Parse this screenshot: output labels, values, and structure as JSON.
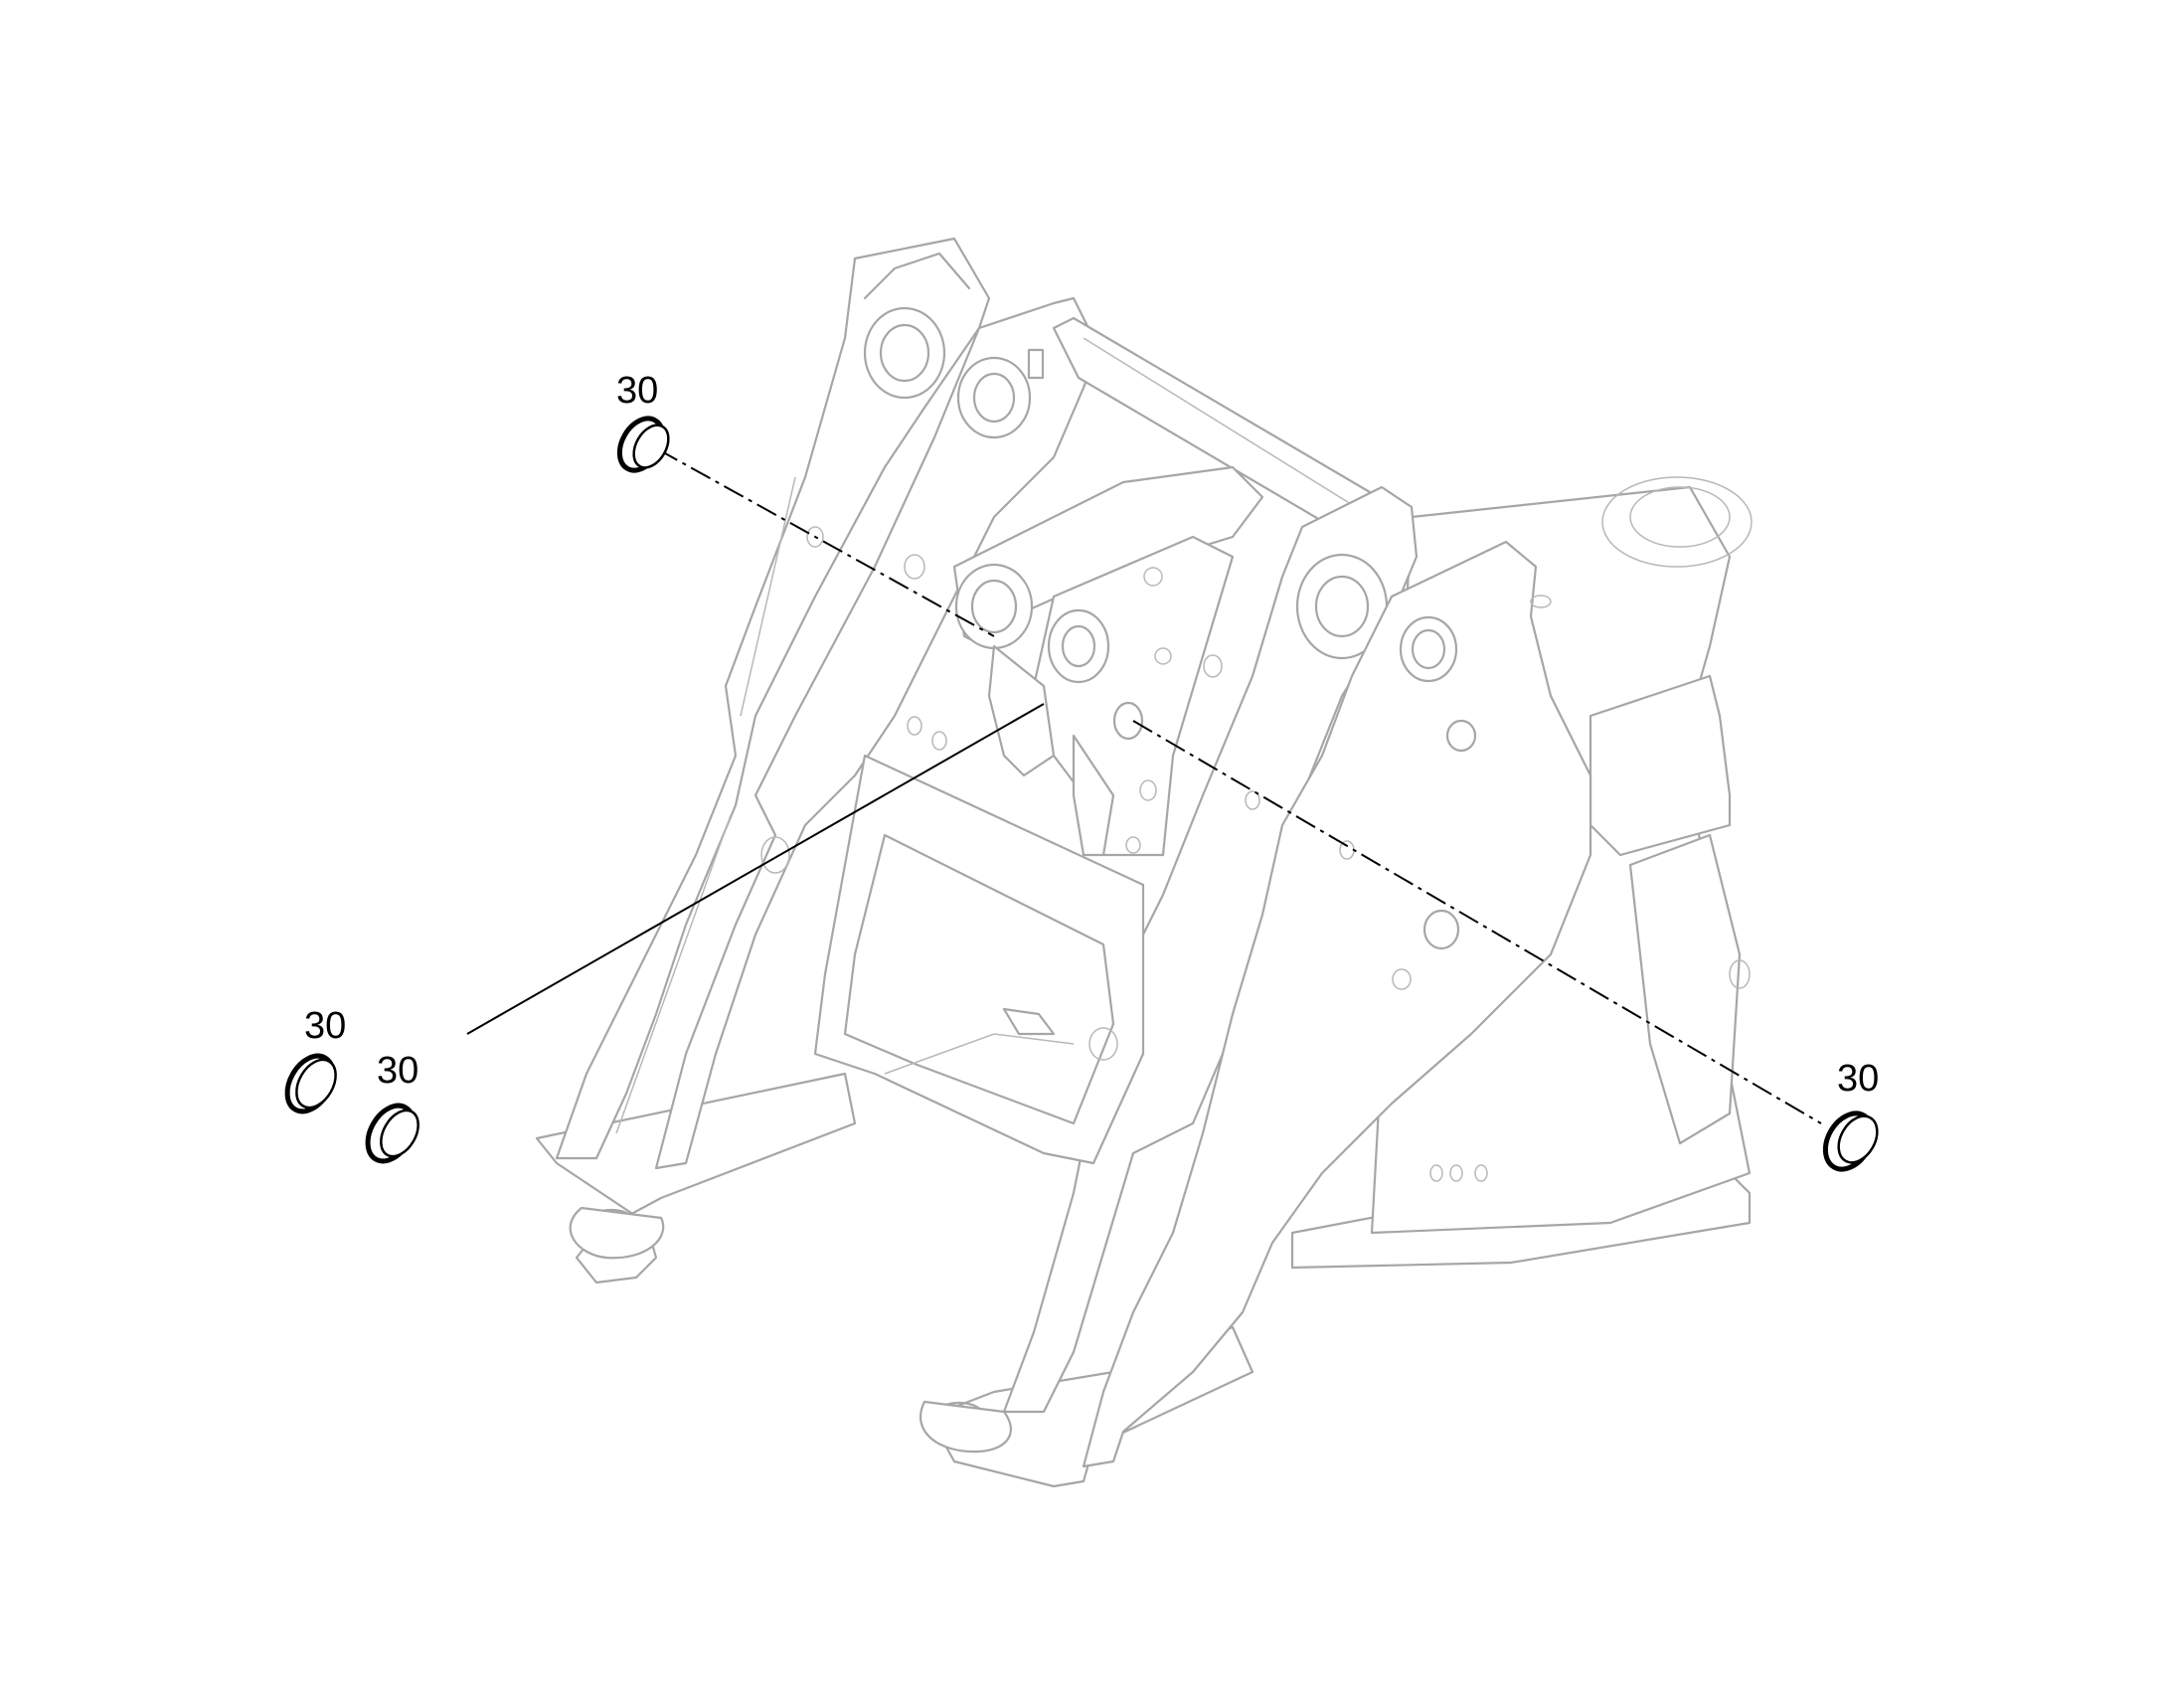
{
  "diagram": {
    "type": "exploded-parts-view",
    "subject": "frame",
    "callouts": [
      {
        "id": "c1",
        "label": "30"
      },
      {
        "id": "c2",
        "label": "30"
      },
      {
        "id": "c3",
        "label": "30"
      },
      {
        "id": "c4",
        "label": "30"
      }
    ],
    "colors": {
      "frame_line": "#a6a6a6",
      "part_line": "#000000",
      "background": "#ffffff"
    }
  }
}
